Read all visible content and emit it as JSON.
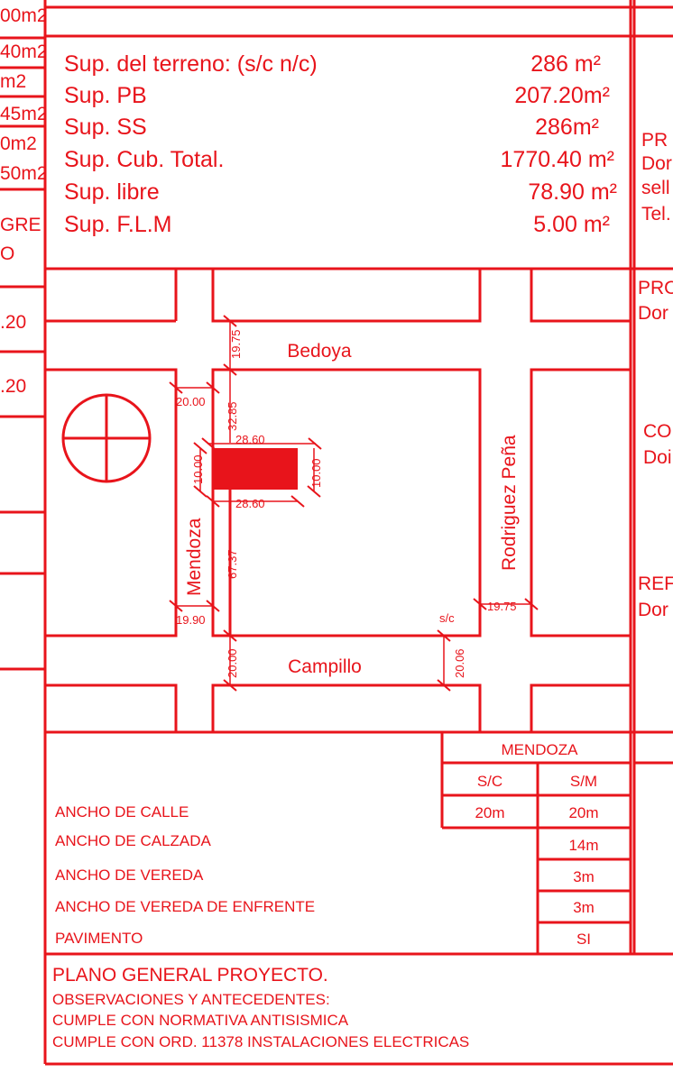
{
  "colors": {
    "line": "#e8141b",
    "background": "#ffffff"
  },
  "left_fragments": [
    "00m2",
    "40m2",
    "m2",
    "45m2",
    "0m2",
    "50m2",
    "GRE",
    "O",
    ".20",
    ".20"
  ],
  "right_fragments": [
    "PR",
    "Dor",
    "sell",
    "Tel.",
    "PRO",
    "Dor",
    "CO",
    "Doi",
    "REF",
    "Dor"
  ],
  "surfaces": [
    {
      "label": "Sup. del terreno: (s/c n/c)",
      "value": "286 m²"
    },
    {
      "label": "Sup.  PB",
      "value": "207.20m²"
    },
    {
      "label": "Sup.  SS",
      "value": "286m²"
    },
    {
      "label": "Sup. Cub. Total.",
      "value": "1770.40 m²"
    },
    {
      "label": "Sup. libre",
      "value": "78.90 m²"
    },
    {
      "label": "Sup. F.L.M",
      "value": "5.00 m²"
    }
  ],
  "streets": {
    "north": "Bedoya",
    "south": "Campillo",
    "west": "Mendoza",
    "east": "Rodriguez Peña"
  },
  "dimensions": {
    "bedoya_width": "19.75",
    "block_width_left": "20.00",
    "north_setback": "32.85",
    "plot_front_top": "28.60",
    "plot_depth_left": "10.00",
    "plot_depth_right": "10.00",
    "plot_front_bottom": "28.60",
    "lot_length": "67.37",
    "mendoza_width": "19.90",
    "campillo_width_left": "20.00",
    "campillo_width_right": "20.06",
    "rodriguez_width": "19.75",
    "corner_mark": "s/c"
  },
  "street_table": {
    "header": "MENDOZA",
    "col_sc": "S/C",
    "col_sm": "S/M",
    "rows": [
      {
        "label": "ANCHO DE CALLE",
        "sc": "20m",
        "sm": "20m"
      },
      {
        "label": "ANCHO DE CALZADA",
        "sm": "14m"
      },
      {
        "label": "ANCHO DE VEREDA",
        "sm": "3m"
      },
      {
        "label": "ANCHO DE VEREDA DE ENFRENTE",
        "sm": "3m"
      },
      {
        "label": "PAVIMENTO",
        "sm": "SI"
      }
    ]
  },
  "footer": {
    "title": "PLANO GENERAL PROYECTO.",
    "lines": [
      "OBSERVACIONES Y ANTECEDENTES:",
      "CUMPLE CON NORMATIVA ANTISISMICA",
      "CUMPLE CON ORD. 11378 INSTALACIONES ELECTRICAS"
    ]
  }
}
